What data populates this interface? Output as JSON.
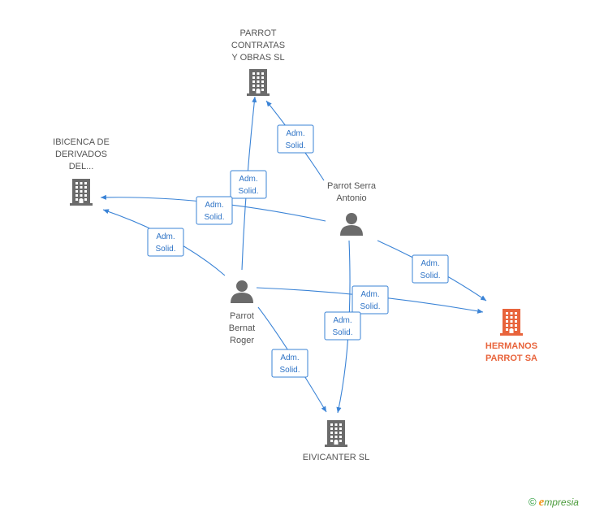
{
  "colors": {
    "edge": "#3a83d6",
    "node": "#6b6b6b",
    "main_node": "#e8643c"
  },
  "nodes": [
    {
      "id": "parrot_contratas",
      "type": "company",
      "label_lines": [
        "PARROT",
        "CONTRATAS",
        "Y OBRAS SL"
      ],
      "icon": "building-icon"
    },
    {
      "id": "ibicenca",
      "type": "company",
      "label_lines": [
        "IBICENCA DE",
        "DERIVADOS",
        "DEL..."
      ],
      "icon": "building-icon"
    },
    {
      "id": "parrot_serra",
      "type": "person",
      "label_lines": [
        "Parrot Serra",
        "Antonio"
      ],
      "icon": "person-icon"
    },
    {
      "id": "parrot_bernat",
      "type": "person",
      "label_lines": [
        "Parrot",
        "Bernat",
        "Roger"
      ],
      "icon": "person-icon"
    },
    {
      "id": "hermanos_parrot",
      "type": "company",
      "main": true,
      "label_lines": [
        "HERMANOS",
        "PARROT SA"
      ],
      "icon": "building-icon"
    },
    {
      "id": "eivicanter",
      "type": "company",
      "label_lines": [
        "EIVICANTER SL"
      ],
      "icon": "building-icon"
    }
  ],
  "edges": [
    {
      "from": "parrot_serra",
      "to": "parrot_contratas",
      "label_lines": [
        "Adm.",
        "Solid."
      ]
    },
    {
      "from": "parrot_bernat",
      "to": "parrot_contratas",
      "label_lines": [
        "Adm.",
        "Solid."
      ]
    },
    {
      "from": "parrot_serra",
      "to": "ibicenca",
      "label_lines": [
        "Adm.",
        "Solid."
      ]
    },
    {
      "from": "parrot_bernat",
      "to": "ibicenca",
      "label_lines": [
        "Adm.",
        "Solid."
      ]
    },
    {
      "from": "parrot_serra",
      "to": "hermanos_parrot",
      "label_lines": [
        "Adm.",
        "Solid."
      ]
    },
    {
      "from": "parrot_bernat",
      "to": "hermanos_parrot",
      "label_lines": [
        "Adm.",
        "Solid."
      ]
    },
    {
      "from": "parrot_serra",
      "to": "eivicanter",
      "label_lines": [
        "Adm.",
        "Solid."
      ]
    },
    {
      "from": "parrot_bernat",
      "to": "eivicanter",
      "label_lines": [
        "Adm.",
        "Solid."
      ]
    }
  ],
  "footer": {
    "copyright_symbol": "©",
    "brand_initial": "e",
    "brand_rest": "mpresia"
  }
}
